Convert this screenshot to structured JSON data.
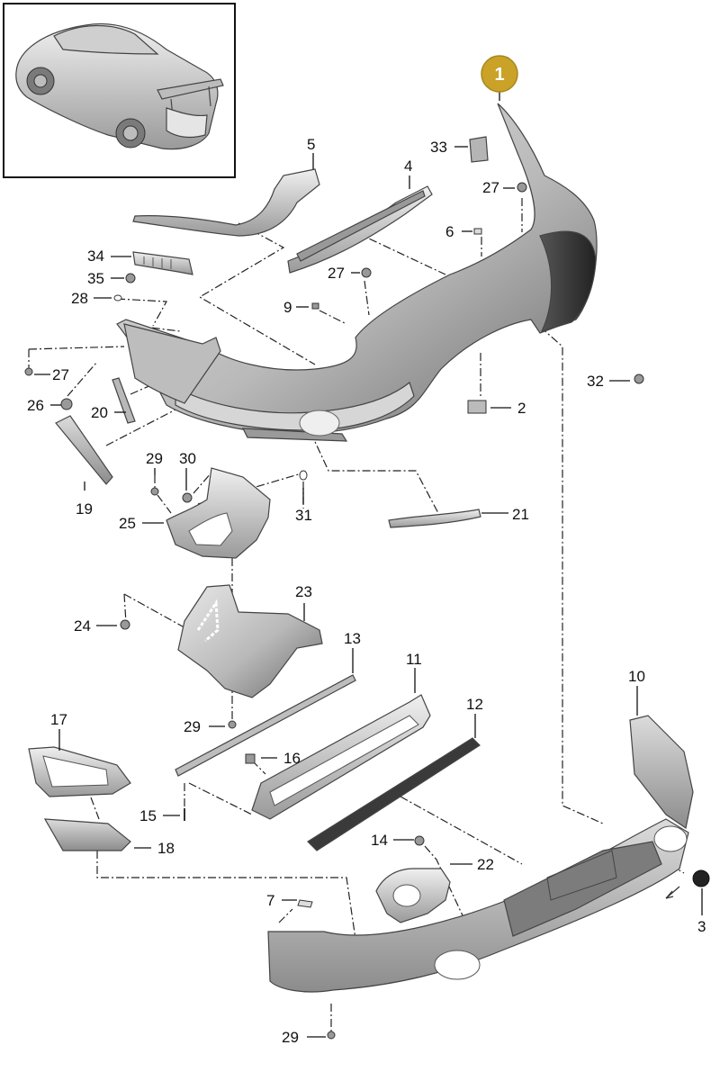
{
  "highlight": {
    "label": "1",
    "color": "#c9a227"
  },
  "callouts": {
    "c2": "2",
    "c3": "3",
    "c4": "4",
    "c5": "5",
    "c6": "6",
    "c7": "7",
    "c9": "9",
    "c10": "10",
    "c11": "11",
    "c12": "12",
    "c13": "13",
    "c14": "14",
    "c15": "15",
    "c16": "16",
    "c17": "17",
    "c18": "18",
    "c19": "19",
    "c20": "20",
    "c21": "21",
    "c22": "22",
    "c23": "23",
    "c24": "24",
    "c25": "25",
    "c26": "26",
    "c27a": "27",
    "c27b": "27",
    "c27c": "27",
    "c28": "28",
    "c29a": "29",
    "c29b": "29",
    "c29c": "29",
    "c30": "30",
    "c31": "31",
    "c32": "32",
    "c33": "33",
    "c34": "34",
    "c35": "35"
  }
}
